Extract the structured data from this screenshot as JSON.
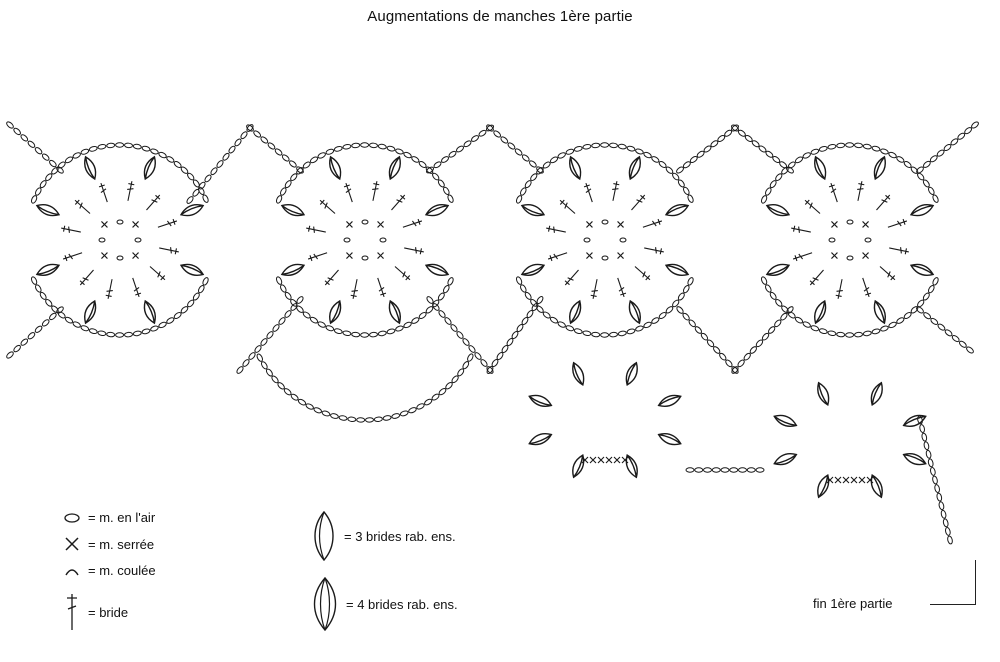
{
  "title": "Augmentations de manches 1ère partie",
  "end_label": "fin 1ère partie",
  "legend": [
    {
      "symbol": "chain-icon",
      "text": "= m. en l'air"
    },
    {
      "symbol": "single-crochet-icon",
      "text": "= m. serrée"
    },
    {
      "symbol": "slip-stitch-icon",
      "text": "= m. coulée"
    },
    {
      "symbol": "double-crochet-icon",
      "text": "= bride"
    },
    {
      "symbol": "three-dc-cluster-icon",
      "text": "= 3 brides rab. ens."
    },
    {
      "symbol": "four-dc-cluster-icon",
      "text": "= 4 brides rab. ens."
    }
  ],
  "colors": {
    "ink": "#1a1a1a",
    "background": "#ffffff"
  }
}
